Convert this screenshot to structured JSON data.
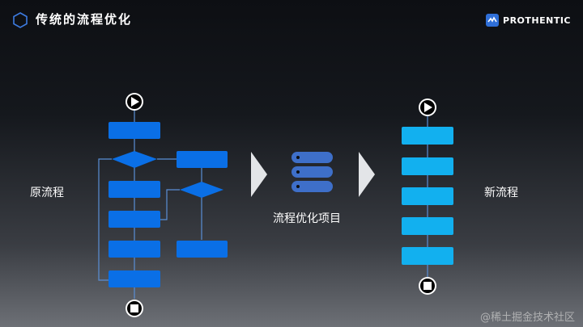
{
  "header": {
    "title": "传统的流程优化"
  },
  "brand": {
    "name": "PROTHENTIC"
  },
  "diagram": {
    "original_label": "原流程",
    "project_label": "流程优化项目",
    "new_label": "新流程"
  },
  "colors": {
    "old_process": "#0a6fe6",
    "new_process": "#12b0ef",
    "database": "#3e6fc9",
    "arrow": "#e3e5e8",
    "connector": "#5a8fd6"
  },
  "watermark": "@稀土掘金技术社区"
}
